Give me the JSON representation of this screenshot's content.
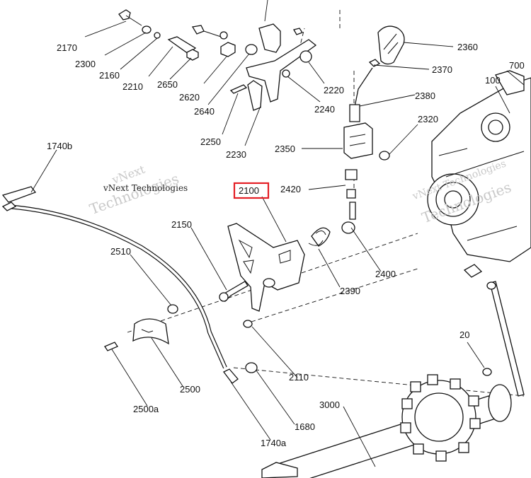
{
  "diagram": {
    "labels": {
      "l2170": "2170",
      "l2300": "2300",
      "l2160": "2160",
      "l2210": "2210",
      "l2650": "2650",
      "l2620": "2620",
      "l2640": "2640",
      "l2250": "2250",
      "l2230": "2230",
      "l2220": "2220",
      "l2240": "2240",
      "l2360": "2360",
      "l2370": "2370",
      "l700": "700",
      "l100": "100",
      "l2380": "2380",
      "l2320": "2320",
      "l2350": "2350",
      "l1740b": "1740b",
      "l2100": "2100",
      "l2420": "2420",
      "l2150": "2150",
      "l2400": "2400",
      "l2510": "2510",
      "l2390": "2390",
      "l20": "20",
      "l2110": "2110",
      "l2500": "2500",
      "l3000": "3000",
      "l2500a": "2500a",
      "l1680": "1680",
      "l1740a": "1740a"
    },
    "highlighted_part": "2100",
    "highlight_color": "#e41e25"
  },
  "watermark": {
    "line1": "vNext",
    "line2": "vNext Technologies",
    "line3": "Technologies"
  }
}
